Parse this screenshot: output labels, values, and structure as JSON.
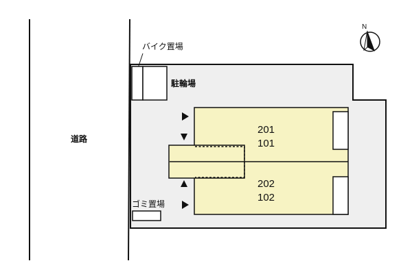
{
  "labels": {
    "road": "道路",
    "bike_parking": "バイク置場",
    "bicycle_parking": "駐輪場",
    "garbage_area": "ゴミ置場"
  },
  "units": {
    "upper_top": "201",
    "upper_bottom": "101",
    "lower_top": "202",
    "lower_bottom": "102"
  },
  "compass": {
    "north": "N"
  },
  "colors": {
    "lot_fill": "#efefef",
    "building_fill": "#f7f3c3",
    "line": "#111111"
  }
}
